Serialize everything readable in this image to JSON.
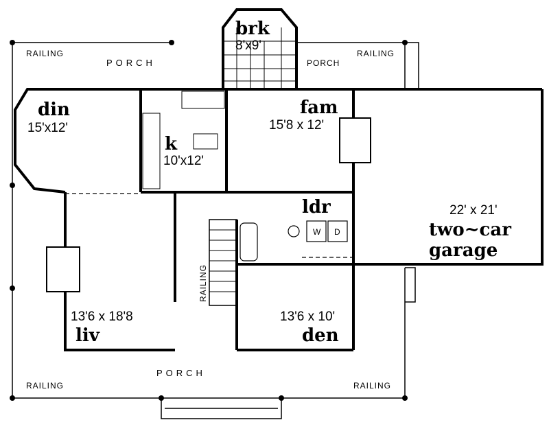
{
  "rooms": {
    "breakfast": {
      "name": "brk",
      "dims": "8'x9'"
    },
    "dining": {
      "name": "din",
      "dims": "15'x12'"
    },
    "kitchen": {
      "name": "k",
      "dims": "10'x12'"
    },
    "family": {
      "name": "fam",
      "dims": "15'8 x 12'"
    },
    "laundry": {
      "name": "ldr",
      "washer": "W",
      "dryer": "D"
    },
    "garage": {
      "dims": "22' x 21'",
      "name1": "two~car",
      "name2": "garage"
    },
    "living": {
      "name": "liv",
      "dims": "13'6 x 18'8"
    },
    "den": {
      "name": "den",
      "dims": "13'6 x 10'"
    }
  },
  "labels": {
    "porch_top_left": "PORCH",
    "porch_top_right": "PORCH",
    "porch_bottom": "PORCH",
    "railing": "RAILING",
    "stair_railing": "RAILING"
  }
}
